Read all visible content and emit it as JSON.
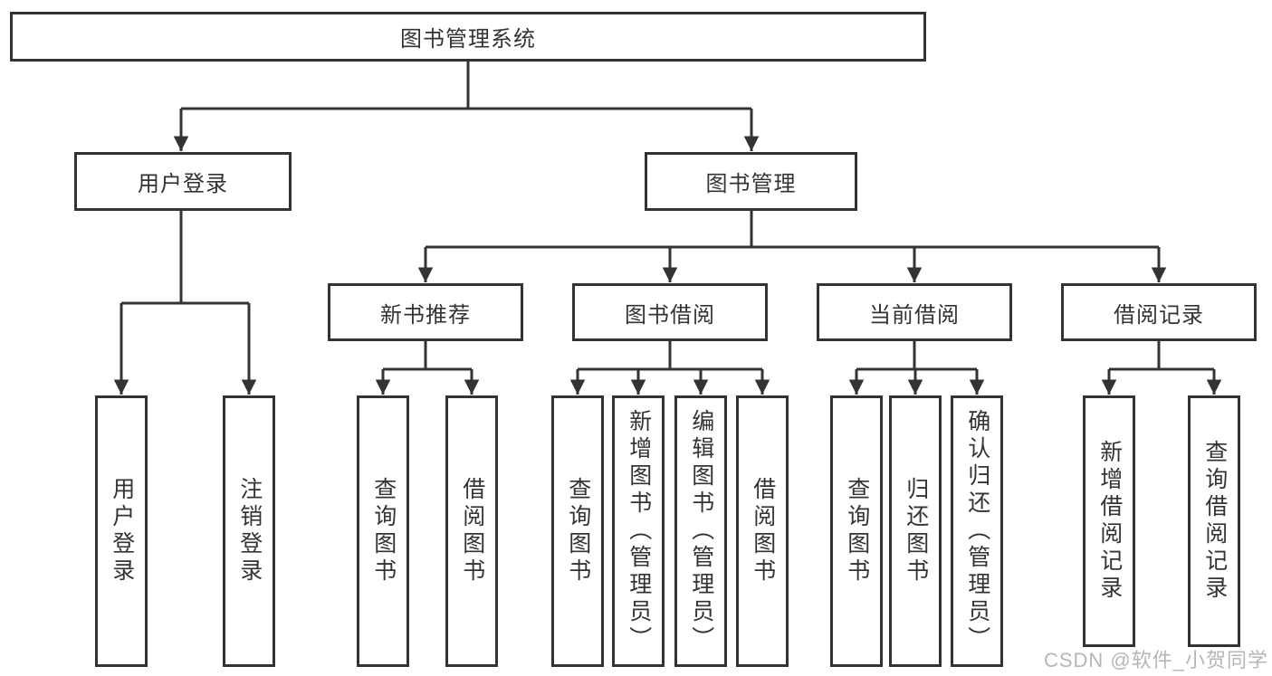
{
  "diagram": {
    "kind": "function-structure-chart",
    "colors": {
      "line": "#333333",
      "border": "#333333",
      "text": "#333333",
      "background": "#ffffff",
      "watermark": "#b2b2b2"
    },
    "tree": {
      "label": "图书管理系统",
      "children": [
        {
          "label": "用户登录",
          "children": [
            {
              "label": "用户登录"
            },
            {
              "label": "注销登录"
            }
          ]
        },
        {
          "label": "图书管理",
          "children": [
            {
              "label": "新书推荐",
              "children": [
                {
                  "label": "查询图书"
                },
                {
                  "label": "借阅图书"
                }
              ]
            },
            {
              "label": "图书借阅",
              "children": [
                {
                  "label": "查询图书"
                },
                {
                  "label": "新增图书（管理员）"
                },
                {
                  "label": "编辑图书（管理员）"
                },
                {
                  "label": "借阅图书"
                }
              ]
            },
            {
              "label": "当前借阅",
              "children": [
                {
                  "label": "查询图书"
                },
                {
                  "label": "归还图书"
                },
                {
                  "label": "确认归还（管理员）"
                }
              ]
            },
            {
              "label": "借阅记录",
              "children": [
                {
                  "label": "新增借阅记录"
                },
                {
                  "label": "查询借阅记录"
                }
              ]
            }
          ]
        }
      ]
    }
  },
  "watermark": {
    "text": "CSDN @软件_小贺同学"
  }
}
